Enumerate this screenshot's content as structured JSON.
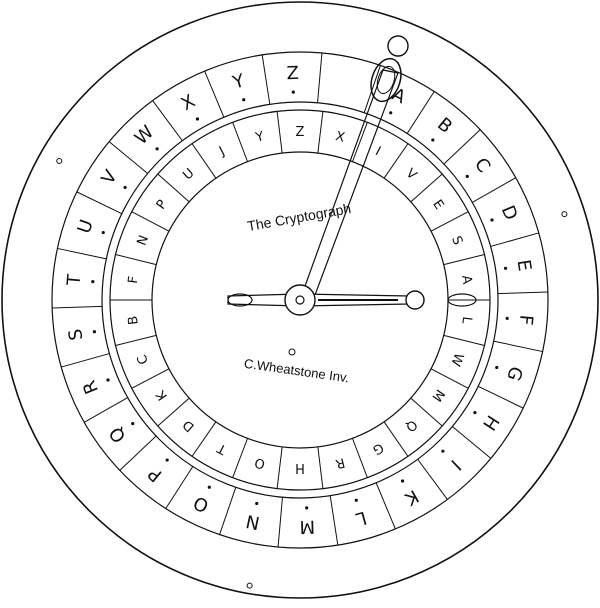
{
  "device": {
    "title": "The Cryptograph",
    "inscription": "C.Wheatstone Inv."
  },
  "outer_ring": {
    "letters": [
      "A",
      "B",
      "C",
      "D",
      "E",
      "F",
      "G",
      "H",
      "I",
      "K",
      "L",
      "M",
      "N",
      "O",
      "P",
      "Q",
      "R",
      "S",
      "T",
      "U",
      "V",
      "W",
      "X",
      "Y",
      "Z"
    ],
    "include_blank_start": true
  },
  "inner_ring": {
    "letters": [
      "Z",
      "X",
      "I",
      "V",
      "E",
      "S",
      "A",
      "L",
      "W",
      "M",
      "Q",
      "G",
      "R",
      "H",
      "O",
      "T",
      "D",
      "K",
      "C",
      "B",
      "F",
      "N",
      "P",
      "U",
      "J",
      "Y"
    ]
  },
  "colors": {
    "ink": "#111111",
    "paper": "#ffffff"
  }
}
